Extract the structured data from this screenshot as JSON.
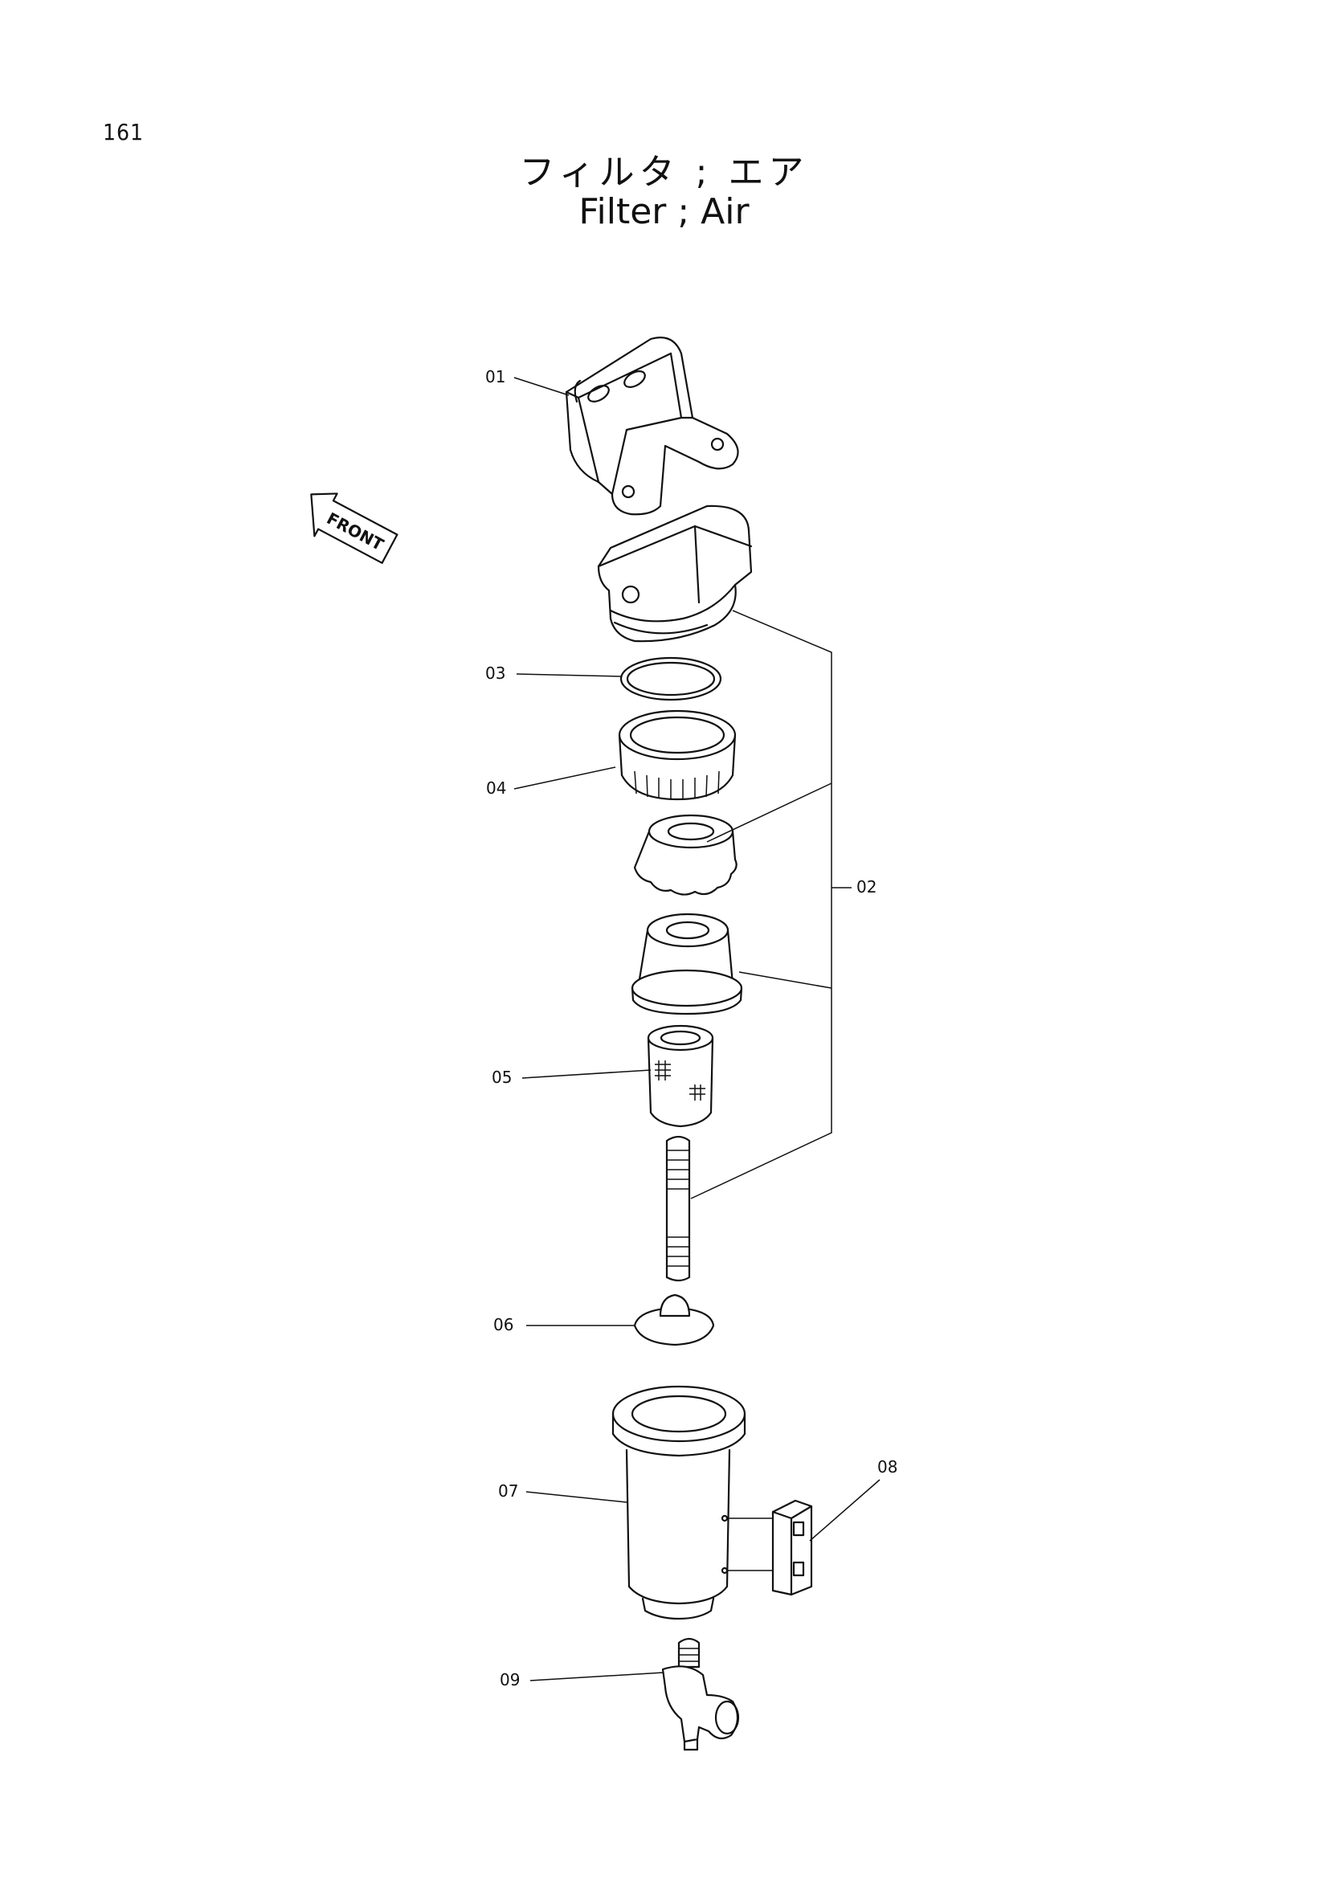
{
  "page_number": "161",
  "title_jp": "フィルタ ; エア",
  "title_en": "Filter ; Air",
  "front_label": "FRONT",
  "parts": {
    "p01": "01",
    "p02": "02",
    "p03": "03",
    "p04": "04",
    "p05": "05",
    "p06": "06",
    "p07": "07",
    "p08": "08",
    "p09": "09"
  }
}
